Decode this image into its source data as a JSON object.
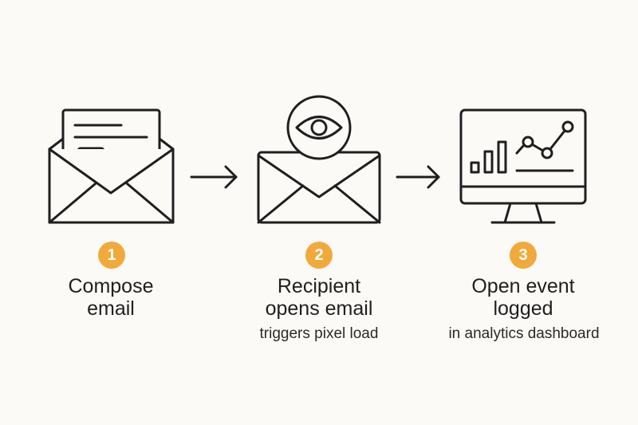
{
  "steps": [
    {
      "number": "1",
      "title_line1": "Compose",
      "title_line2": "email",
      "subtitle": ""
    },
    {
      "number": "2",
      "title_line1": "Recipient",
      "title_line2": "opens email",
      "subtitle": "triggers pixel load"
    },
    {
      "number": "3",
      "title_line1": "Open event",
      "title_line2": "logged",
      "subtitle": "in analytics dashboard"
    }
  ],
  "colors": {
    "accent": "#f2a93b",
    "stroke": "#1f1f1f",
    "background": "#fbfaf7"
  },
  "icons": [
    "envelope-with-letter-icon",
    "arrow-right-icon",
    "envelope-with-eye-icon",
    "arrow-right-icon",
    "monitor-chart-icon"
  ]
}
